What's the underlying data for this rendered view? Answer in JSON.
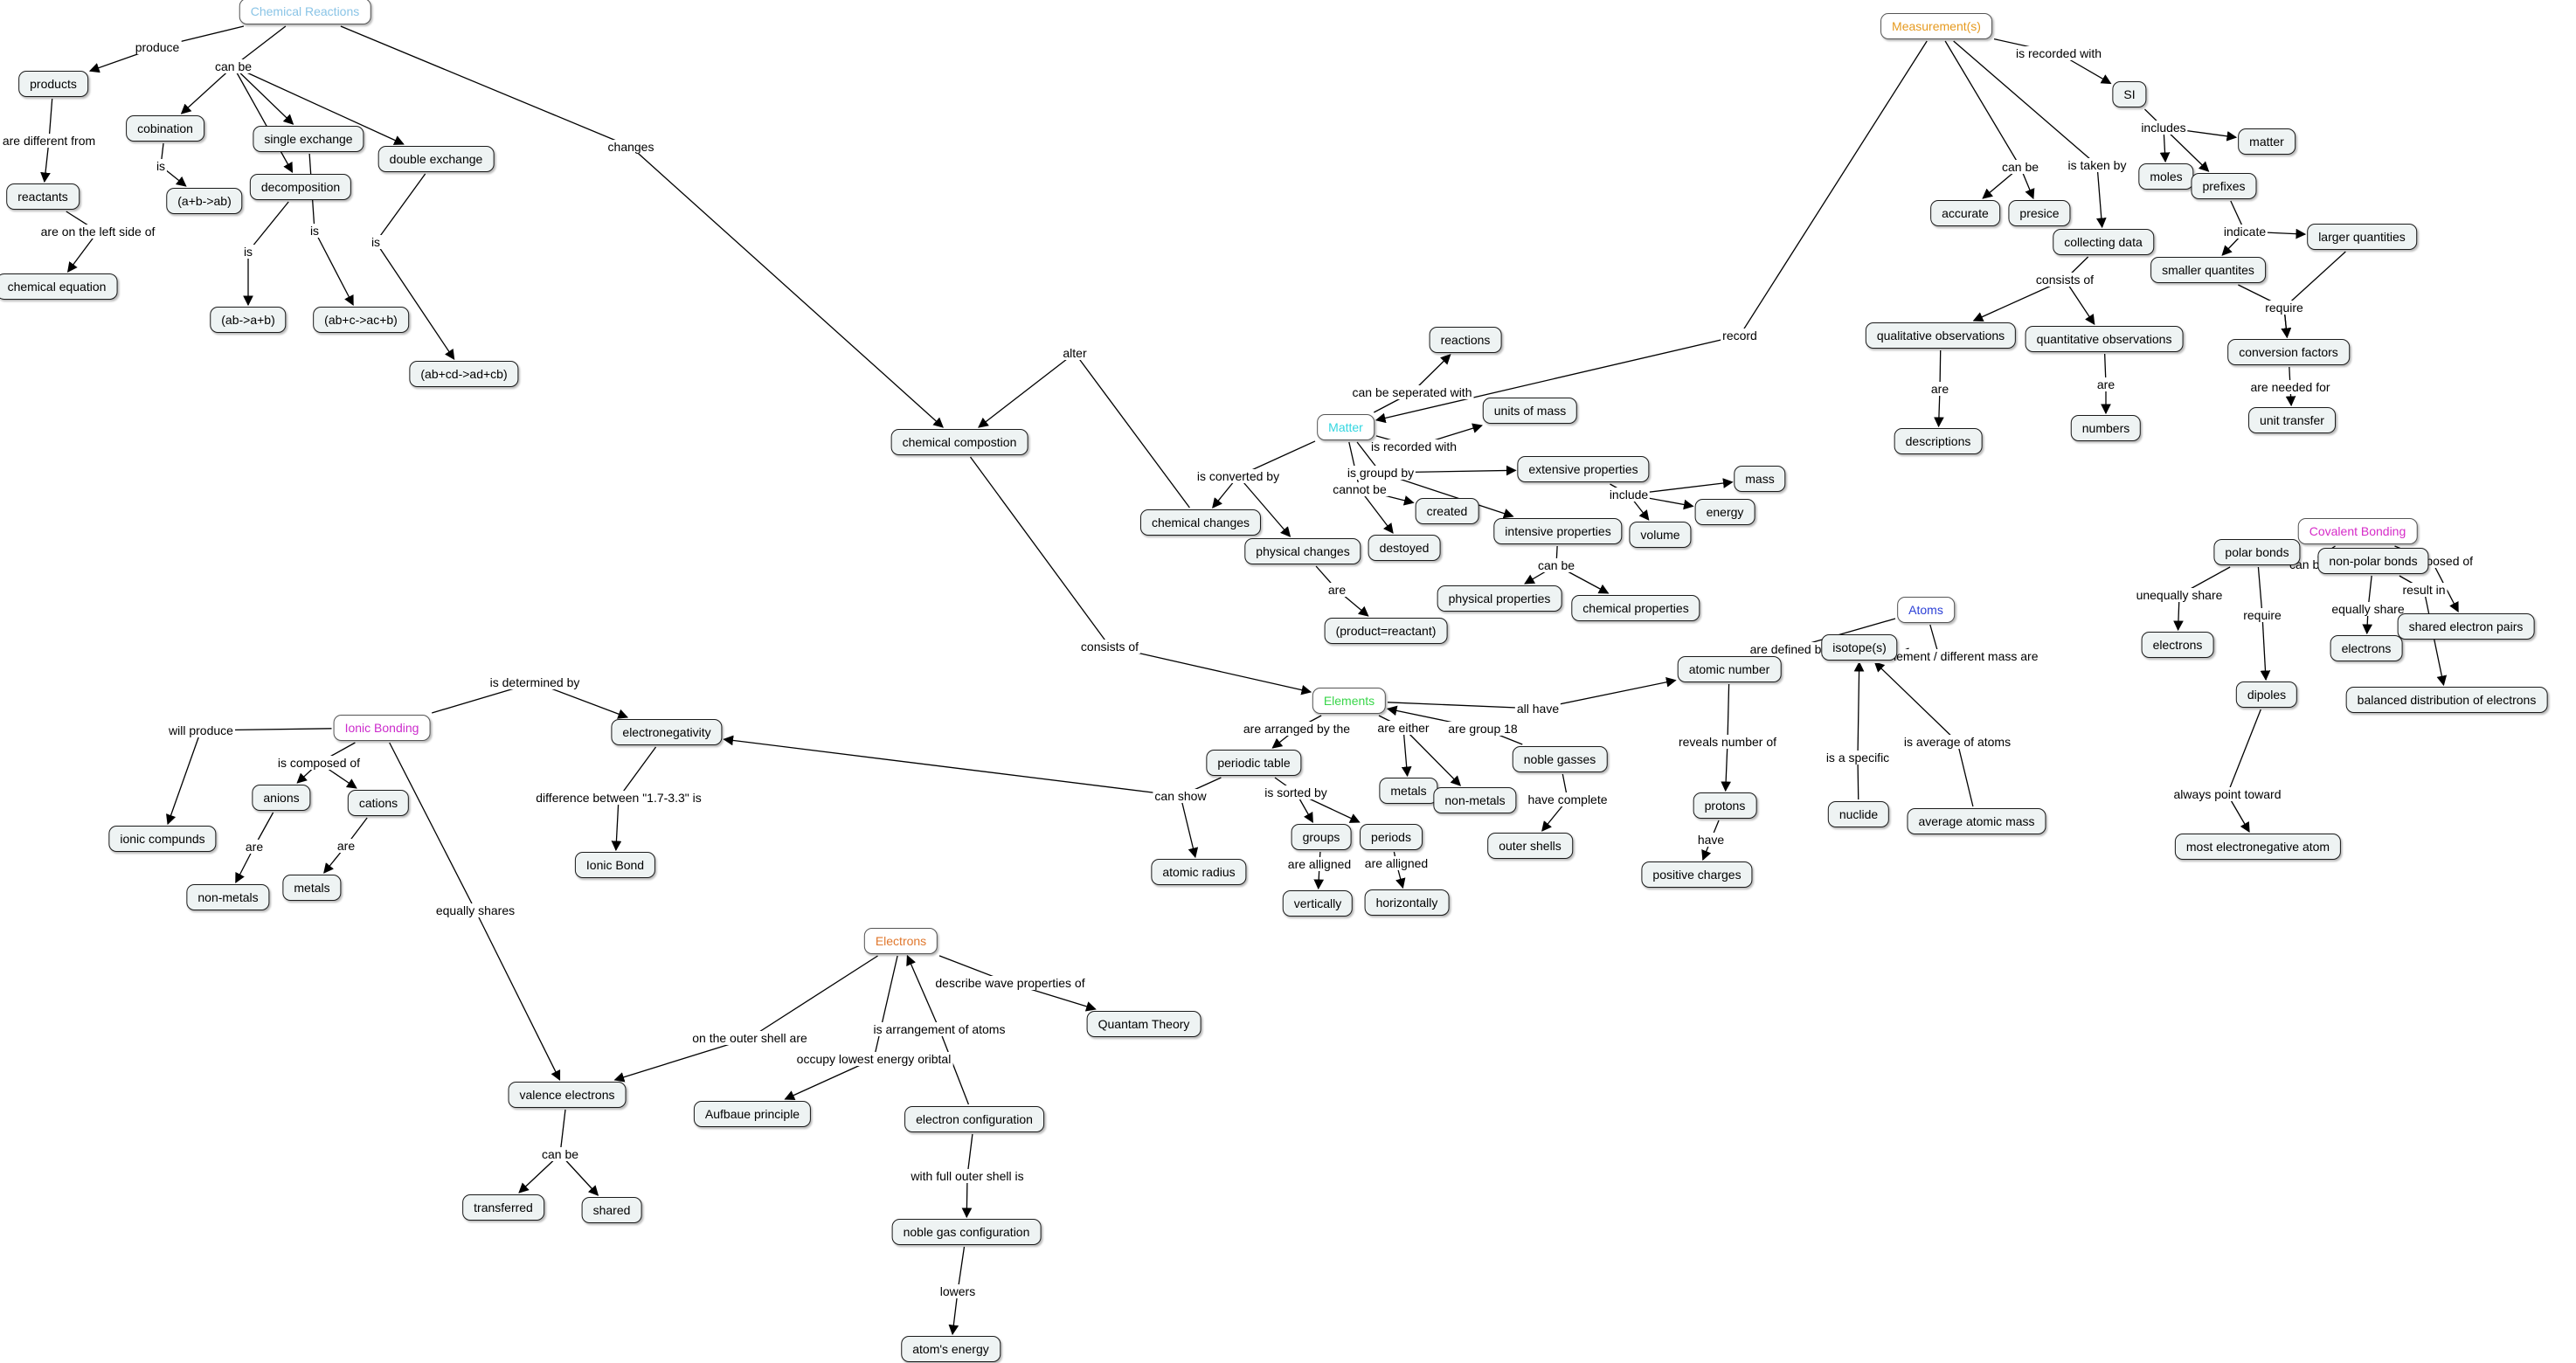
{
  "colors": {
    "line": "#000000",
    "node_fill": "#eef3f3",
    "chemical_reactions": "#8ac4e6",
    "measurements": "#e69a1f",
    "matter": "#33d6e0",
    "atoms": "#2b3fd6",
    "elements": "#39d64a",
    "ionic_bonding": "#cc2bcc",
    "covalent_bonding": "#d62bc8",
    "electrons_root": "#e0782e"
  },
  "nodes": [
    {
      "id": "chemical_reactions",
      "label": "Chemical Reactions",
      "root": true,
      "color": "chemical_reactions"
    },
    {
      "id": "products",
      "label": "products"
    },
    {
      "id": "reactants",
      "label": "reactants"
    },
    {
      "id": "chemical_equation",
      "label": "chemical equation"
    },
    {
      "id": "cobination",
      "label": "cobination"
    },
    {
      "id": "a_b_ab",
      "label": "(a+b->ab)"
    },
    {
      "id": "single_exchange",
      "label": "single exchange"
    },
    {
      "id": "decomposition",
      "label": "decomposition"
    },
    {
      "id": "ab_a_b",
      "label": "(ab->a+b)"
    },
    {
      "id": "ab_c_ac_b",
      "label": "(ab+c->ac+b)"
    },
    {
      "id": "double_exchange",
      "label": "double exchange"
    },
    {
      "id": "ab_cd_ad_cb",
      "label": "(ab+cd->ad+cb)"
    },
    {
      "id": "chemical_compostion",
      "label": "chemical compostion"
    },
    {
      "id": "measurements",
      "label": "Measurement(s)",
      "root": true,
      "color": "measurements"
    },
    {
      "id": "si",
      "label": "SI"
    },
    {
      "id": "matter_small",
      "label": "matter"
    },
    {
      "id": "moles",
      "label": "moles"
    },
    {
      "id": "prefixes",
      "label": "prefixes"
    },
    {
      "id": "accurate",
      "label": "accurate"
    },
    {
      "id": "presice",
      "label": "presice"
    },
    {
      "id": "collecting_data",
      "label": "collecting data"
    },
    {
      "id": "larger_quantities",
      "label": "larger quantities"
    },
    {
      "id": "smaller_quantites",
      "label": "smaller quantites"
    },
    {
      "id": "qualitative_observations",
      "label": "qualitative observations"
    },
    {
      "id": "quantitative_observations",
      "label": "quantitative observations"
    },
    {
      "id": "conversion_factors",
      "label": "conversion factors"
    },
    {
      "id": "descriptions",
      "label": "descriptions"
    },
    {
      "id": "numbers",
      "label": "numbers"
    },
    {
      "id": "unit_transfer",
      "label": "unit transfer"
    },
    {
      "id": "reactions",
      "label": "reactions"
    },
    {
      "id": "units_of_mass",
      "label": "units of mass"
    },
    {
      "id": "matter",
      "label": "Matter",
      "root": true,
      "color": "matter"
    },
    {
      "id": "extensive_properties",
      "label": "extensive properties"
    },
    {
      "id": "mass",
      "label": "mass"
    },
    {
      "id": "created",
      "label": "created"
    },
    {
      "id": "energy",
      "label": "energy"
    },
    {
      "id": "volume",
      "label": "volume"
    },
    {
      "id": "chemical_changes",
      "label": "chemical changes"
    },
    {
      "id": "intensive_properties",
      "label": "intensive properties"
    },
    {
      "id": "physical_changes",
      "label": "physical changes"
    },
    {
      "id": "destoyed",
      "label": "destoyed"
    },
    {
      "id": "physical_properties",
      "label": "physical properties"
    },
    {
      "id": "chemical_properties",
      "label": "chemical properties"
    },
    {
      "id": "product_reactant",
      "label": "(product=reactant)"
    },
    {
      "id": "covalent_bonding",
      "label": "Covalent Bonding",
      "root": true,
      "color": "covalent_bonding"
    },
    {
      "id": "polar_bonds",
      "label": "polar bonds"
    },
    {
      "id": "non_polar_bonds",
      "label": "non-polar bonds"
    },
    {
      "id": "shared_electron_pairs",
      "label": "shared electron pairs"
    },
    {
      "id": "electrons_cov1",
      "label": "electrons"
    },
    {
      "id": "electrons_cov2",
      "label": "electrons"
    },
    {
      "id": "dipoles",
      "label": "dipoles"
    },
    {
      "id": "balanced_distribution",
      "label": "balanced distribution of electrons"
    },
    {
      "id": "most_electronegative",
      "label": "most electronegative atom"
    },
    {
      "id": "atoms",
      "label": "Atoms",
      "root": true,
      "color": "atoms"
    },
    {
      "id": "isotopes",
      "label": "isotope(s)"
    },
    {
      "id": "atomic_number",
      "label": "atomic number"
    },
    {
      "id": "nuclide",
      "label": "nuclide"
    },
    {
      "id": "average_atomic_mass",
      "label": "average atomic mass"
    },
    {
      "id": "protons",
      "label": "protons"
    },
    {
      "id": "positive_charges",
      "label": "positive charges"
    },
    {
      "id": "elements",
      "label": "Elements",
      "root": true,
      "color": "elements"
    },
    {
      "id": "periodic_table",
      "label": "periodic table"
    },
    {
      "id": "metals_el",
      "label": "metals"
    },
    {
      "id": "non_metals_el",
      "label": "non-metals"
    },
    {
      "id": "noble_gasses",
      "label": "noble gasses"
    },
    {
      "id": "outer_shells",
      "label": "outer shells"
    },
    {
      "id": "groups",
      "label": "groups"
    },
    {
      "id": "periods",
      "label": "periods"
    },
    {
      "id": "vertically",
      "label": "vertically"
    },
    {
      "id": "horizontally",
      "label": "horizontally"
    },
    {
      "id": "atomic_radius",
      "label": "atomic radius"
    },
    {
      "id": "ionic_bonding",
      "label": "Ionic Bonding",
      "root": true,
      "color": "ionic_bonding"
    },
    {
      "id": "electronegativity",
      "label": "electronegativity"
    },
    {
      "id": "anions",
      "label": "anions"
    },
    {
      "id": "cations",
      "label": "cations"
    },
    {
      "id": "ionic_compunds",
      "label": "ionic compunds"
    },
    {
      "id": "non_metals_ion",
      "label": "non-metals"
    },
    {
      "id": "metals_ion",
      "label": "metals"
    },
    {
      "id": "ionic_bond",
      "label": "Ionic Bond"
    },
    {
      "id": "electrons_root",
      "label": "Electrons",
      "root": true,
      "color": "electrons_root"
    },
    {
      "id": "quantum_theory",
      "label": "Quantam Theory"
    },
    {
      "id": "valence_electrons",
      "label": "valence electrons"
    },
    {
      "id": "aufbaue_principle",
      "label": "Aufbaue principle"
    },
    {
      "id": "electron_configuration",
      "label": "electron configuration"
    },
    {
      "id": "transferred",
      "label": "transferred"
    },
    {
      "id": "shared",
      "label": "shared"
    },
    {
      "id": "noble_gas_configuration",
      "label": "noble gas configuration"
    },
    {
      "id": "atoms_energy",
      "label": "atom's energy"
    }
  ],
  "link_labels": [
    {
      "id": "produce",
      "text": "produce"
    },
    {
      "id": "can_be_cr",
      "text": "can be"
    },
    {
      "id": "are_different_from",
      "text": "are different from"
    },
    {
      "id": "are_on_left_side",
      "text": "are on the left side of"
    },
    {
      "id": "is_cob",
      "text": "is"
    },
    {
      "id": "is_dec",
      "text": "is"
    },
    {
      "id": "is_single",
      "text": "is"
    },
    {
      "id": "is_double",
      "text": "is"
    },
    {
      "id": "changes",
      "text": "changes"
    },
    {
      "id": "alter",
      "text": "alter"
    },
    {
      "id": "consists_of_cc",
      "text": "consists of"
    },
    {
      "id": "is_recorded_with_si",
      "text": "is recorded with"
    },
    {
      "id": "includes",
      "text": "includes"
    },
    {
      "id": "can_be_meas",
      "text": "can be"
    },
    {
      "id": "is_taken_by",
      "text": "is taken by"
    },
    {
      "id": "indicate",
      "text": "indicate"
    },
    {
      "id": "consists_of_cd",
      "text": "consists of"
    },
    {
      "id": "require_conv",
      "text": "require"
    },
    {
      "id": "are_desc",
      "text": "are"
    },
    {
      "id": "are_num",
      "text": "are"
    },
    {
      "id": "are_needed_for",
      "text": "are needed for"
    },
    {
      "id": "record",
      "text": "record"
    },
    {
      "id": "can_be_seperated",
      "text": "can be seperated with"
    },
    {
      "id": "is_recorded_with_um",
      "text": "is recorded with"
    },
    {
      "id": "is_converted_by",
      "text": "is converted by"
    },
    {
      "id": "is_groupd_by",
      "text": "is groupd by"
    },
    {
      "id": "cannot_be",
      "text": "cannot be"
    },
    {
      "id": "include",
      "text": "include"
    },
    {
      "id": "can_be_ip",
      "text": "can be"
    },
    {
      "id": "are_pc",
      "text": "are"
    },
    {
      "id": "can_be_cov",
      "text": "can be"
    },
    {
      "id": "is_composed_of_cov",
      "text": "is composed of"
    },
    {
      "id": "unequally_share",
      "text": "unequally share"
    },
    {
      "id": "require_dip",
      "text": "require"
    },
    {
      "id": "equally_share_np",
      "text": "equally share"
    },
    {
      "id": "result_in",
      "text": "result in"
    },
    {
      "id": "always_point_toward",
      "text": "always point toward"
    },
    {
      "id": "are_defined_by",
      "text": "are defined by"
    },
    {
      "id": "of_same_element",
      "text": "of same element / different mass are"
    },
    {
      "id": "reveals_number_of",
      "text": "reveals number of"
    },
    {
      "id": "is_a_specific",
      "text": "is a specific"
    },
    {
      "id": "is_average_of_atoms",
      "text": "is average of atoms"
    },
    {
      "id": "have",
      "text": "have"
    },
    {
      "id": "all_have",
      "text": "all have"
    },
    {
      "id": "are_arranged_by",
      "text": "are arranged by the"
    },
    {
      "id": "are_either",
      "text": "are either"
    },
    {
      "id": "are_group_18",
      "text": "are group 18"
    },
    {
      "id": "have_complete",
      "text": "have complete"
    },
    {
      "id": "is_sorted_by",
      "text": "is sorted by"
    },
    {
      "id": "are_alligned_v",
      "text": "are alligned"
    },
    {
      "id": "are_alligned_h",
      "text": "are alligned"
    },
    {
      "id": "can_show",
      "text": "can show"
    },
    {
      "id": "is_determined_by",
      "text": "is determined by"
    },
    {
      "id": "will_produce",
      "text": "will produce"
    },
    {
      "id": "is_composed_of_ion",
      "text": "is composed of"
    },
    {
      "id": "are_anions",
      "text": "are"
    },
    {
      "id": "are_cations",
      "text": "are"
    },
    {
      "id": "difference_between",
      "text": "difference between \"1.7-3.3\" is"
    },
    {
      "id": "equally_shares_ion",
      "text": "equally shares"
    },
    {
      "id": "describe_wave",
      "text": "describe wave properties of"
    },
    {
      "id": "on_the_outer_shell",
      "text": "on the outer shell are"
    },
    {
      "id": "occupy_lowest",
      "text": "occupy lowest energy oribtal"
    },
    {
      "id": "is_arrangement",
      "text": "is arrangement of atoms"
    },
    {
      "id": "can_be_val",
      "text": "can be"
    },
    {
      "id": "with_full_outer_shell",
      "text": "with full outer shell is"
    },
    {
      "id": "lowers",
      "text": "lowers"
    }
  ],
  "connections": [
    {
      "from": "chemical_reactions",
      "via": "produce",
      "to": "products"
    },
    {
      "from": "chemical_reactions",
      "via": "can_be_cr",
      "to": [
        "cobination",
        "single_exchange",
        "decomposition",
        "double_exchange"
      ]
    },
    {
      "from": "chemical_reactions",
      "via": "changes",
      "to": "chemical_compostion"
    },
    {
      "from": "products",
      "via": "are_different_from",
      "to": "reactants"
    },
    {
      "from": "reactants",
      "via": "are_on_left_side",
      "to": "chemical_equation"
    },
    {
      "from": "cobination",
      "via": "is_cob",
      "to": "a_b_ab"
    },
    {
      "from": "decomposition",
      "via": "is_dec",
      "to": "ab_a_b"
    },
    {
      "from": "single_exchange",
      "via": "is_single",
      "to": "ab_c_ac_b"
    },
    {
      "from": "double_exchange",
      "via": "is_double",
      "to": "ab_cd_ad_cb"
    },
    {
      "from": "chemical_changes",
      "via": "alter",
      "to": "chemical_compostion"
    },
    {
      "from": "chemical_compostion",
      "via": "consists_of_cc",
      "to": "elements"
    },
    {
      "from": "measurements",
      "via": "is_recorded_with_si",
      "to": "si"
    },
    {
      "from": "measurements",
      "via": "can_be_meas",
      "to": [
        "accurate",
        "presice"
      ]
    },
    {
      "from": "measurements",
      "via": "is_taken_by",
      "to": "collecting_data"
    },
    {
      "from": "measurements",
      "via": "record",
      "to": "matter"
    },
    {
      "from": "si",
      "via": "includes",
      "to": [
        "matter_small",
        "moles",
        "prefixes"
      ]
    },
    {
      "from": "prefixes",
      "via": "indicate",
      "to": [
        "larger_quantities",
        "smaller_quantites"
      ]
    },
    {
      "from": "collecting_data",
      "via": "consists_of_cd",
      "to": [
        "qualitative_observations",
        "quantitative_observations"
      ]
    },
    {
      "from": "smaller_quantites",
      "via": "require_conv",
      "to": "conversion_factors"
    },
    {
      "from": "larger_quantities",
      "via": "require_conv",
      "to": "conversion_factors"
    },
    {
      "from": "qualitative_observations",
      "via": "are_desc",
      "to": "descriptions"
    },
    {
      "from": "quantitative_observations",
      "via": "are_num",
      "to": "numbers"
    },
    {
      "from": "conversion_factors",
      "via": "are_needed_for",
      "to": "unit_transfer"
    },
    {
      "from": "matter",
      "via": "can_be_seperated",
      "to": "reactions"
    },
    {
      "from": "matter",
      "via": "is_recorded_with_um",
      "to": "units_of_mass"
    },
    {
      "from": "matter",
      "via": "is_converted_by",
      "to": [
        "chemical_changes",
        "physical_changes"
      ]
    },
    {
      "from": "matter",
      "via": "is_groupd_by",
      "to": [
        "extensive_properties",
        "intensive_properties"
      ]
    },
    {
      "from": "matter",
      "via": "cannot_be",
      "to": [
        "created",
        "destoyed"
      ]
    },
    {
      "from": "extensive_properties",
      "via": "include",
      "to": [
        "mass",
        "energy",
        "volume"
      ]
    },
    {
      "from": "intensive_properties",
      "via": "can_be_ip",
      "to": [
        "physical_properties",
        "chemical_properties"
      ]
    },
    {
      "from": "physical_changes",
      "via": "are_pc",
      "to": "product_reactant"
    },
    {
      "from": "covalent_bonding",
      "via": "can_be_cov",
      "to": [
        "polar_bonds",
        "non_polar_bonds"
      ]
    },
    {
      "from": "covalent_bonding",
      "via": "is_composed_of_cov",
      "to": "shared_electron_pairs"
    },
    {
      "from": "polar_bonds",
      "via": "unequally_share",
      "to": "electrons_cov1"
    },
    {
      "from": "polar_bonds",
      "via": "require_dip",
      "to": "dipoles"
    },
    {
      "from": "non_polar_bonds",
      "via": "equally_share_np",
      "to": "electrons_cov2"
    },
    {
      "from": "non_polar_bonds",
      "via": "result_in",
      "to": "balanced_distribution"
    },
    {
      "from": "dipoles",
      "via": "always_point_toward",
      "to": "most_electronegative"
    },
    {
      "from": "atoms",
      "via": "are_defined_by",
      "to": "atomic_number"
    },
    {
      "from": "atoms",
      "via": "of_same_element",
      "to": "isotopes"
    },
    {
      "from": "nuclide",
      "via": "is_a_specific",
      "to": "isotopes"
    },
    {
      "from": "average_atomic_mass",
      "via": "is_average_of_atoms",
      "to": "isotopes"
    },
    {
      "from": "atomic_number",
      "via": "reveals_number_of",
      "to": "protons"
    },
    {
      "from": "protons",
      "via": "have",
      "to": "positive_charges"
    },
    {
      "from": "elements",
      "via": "all_have",
      "to": "atomic_number"
    },
    {
      "from": "elements",
      "via": "are_arranged_by",
      "to": "periodic_table"
    },
    {
      "from": "elements",
      "via": "are_either",
      "to": [
        "metals_el",
        "non_metals_el"
      ]
    },
    {
      "from": "noble_gasses",
      "via": "are_group_18",
      "to": "elements"
    },
    {
      "from": "noble_gasses",
      "via": "have_complete",
      "to": "outer_shells"
    },
    {
      "from": "periodic_table",
      "via": "is_sorted_by",
      "to": [
        "groups",
        "periods"
      ]
    },
    {
      "from": "periodic_table",
      "via": "can_show",
      "to": [
        "atomic_radius",
        "electronegativity"
      ]
    },
    {
      "from": "groups",
      "via": "are_alligned_v",
      "to": "vertically"
    },
    {
      "from": "periods",
      "via": "are_alligned_h",
      "to": "horizontally"
    },
    {
      "from": "ionic_bonding",
      "via": "is_determined_by",
      "to": "electronegativity"
    },
    {
      "from": "ionic_bonding",
      "via": "will_produce",
      "to": "ionic_compunds"
    },
    {
      "from": "ionic_bonding",
      "via": "is_composed_of_ion",
      "to": [
        "anions",
        "cations"
      ]
    },
    {
      "from": "ionic_bonding",
      "via": "equally_shares_ion",
      "to": "valence_electrons"
    },
    {
      "from": "anions",
      "via": "are_anions",
      "to": "non_metals_ion"
    },
    {
      "from": "cations",
      "via": "are_cations",
      "to": "metals_ion"
    },
    {
      "from": "electronegativity",
      "via": "difference_between",
      "to": "ionic_bond"
    },
    {
      "from": "electrons_root",
      "via": "describe_wave",
      "to": "quantum_theory"
    },
    {
      "from": "electrons_root",
      "via": "on_the_outer_shell",
      "to": "valence_electrons"
    },
    {
      "from": "electrons_root",
      "via": "occupy_lowest",
      "to": "aufbaue_principle"
    },
    {
      "from": "electron_configuration",
      "via": "is_arrangement",
      "to": "electrons_root"
    },
    {
      "from": "electron_configuration",
      "via": "with_full_outer_shell",
      "to": "noble_gas_configuration"
    },
    {
      "from": "valence_electrons",
      "via": "can_be_val",
      "to": [
        "transferred",
        "shared"
      ]
    },
    {
      "from": "noble_gas_configuration",
      "via": "lowers",
      "to": "atoms_energy"
    }
  ]
}
